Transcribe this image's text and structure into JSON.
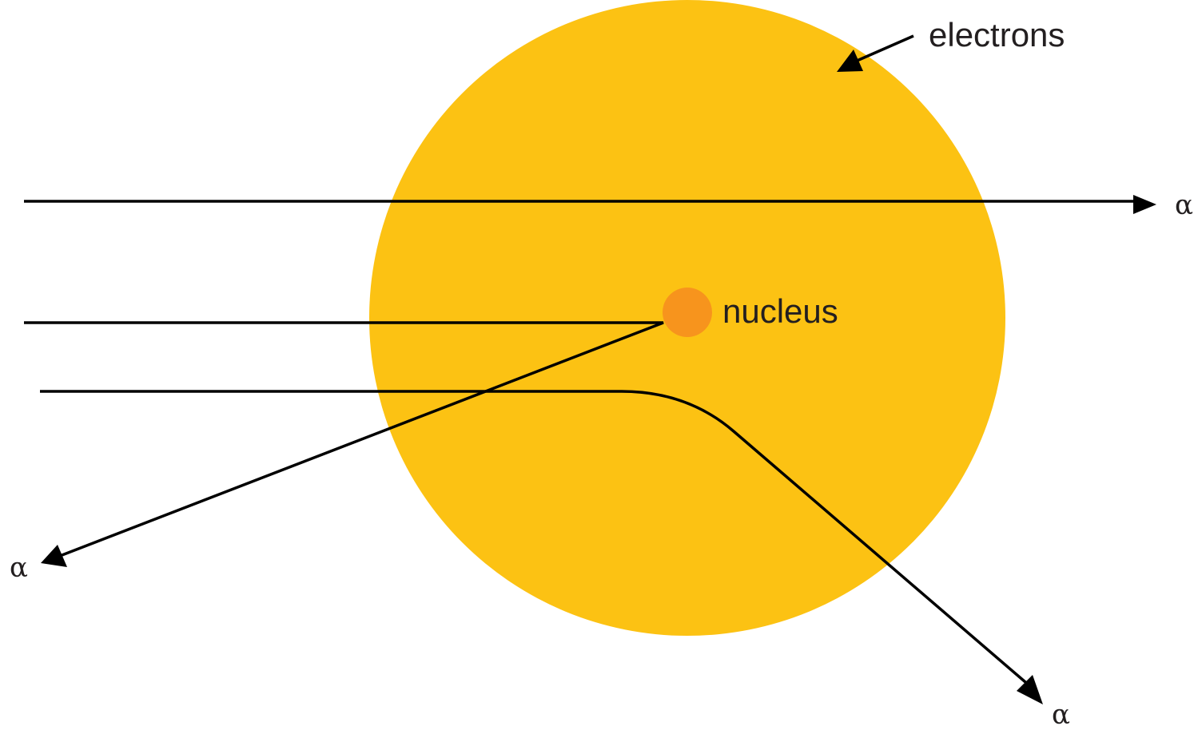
{
  "labels": {
    "electrons": "electrons",
    "nucleus": "nucleus",
    "alpha_straight": "α",
    "alpha_back": "α",
    "alpha_deflected": "α"
  },
  "colors": {
    "electron_cloud": "#fcc213",
    "nucleus": "#f7941d",
    "line": "#000000",
    "text": "#231f20"
  }
}
